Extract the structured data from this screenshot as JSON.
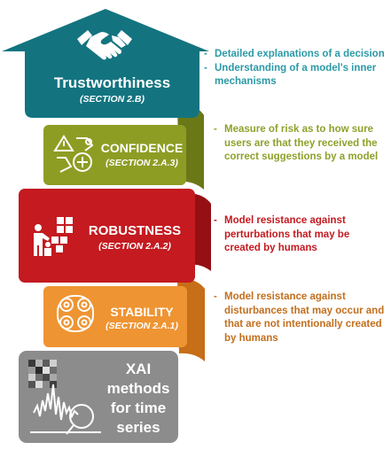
{
  "colors": {
    "trust": "#137480",
    "confidence": "#8d9d24",
    "robustness": "#c41a20",
    "stability": "#ef9432",
    "xai": "#8c8c8c",
    "trust_text": "#2b9aa6",
    "confidence_text": "#8ea12b",
    "robustness_text": "#c41a20",
    "stability_text": "#c26f1d"
  },
  "trust": {
    "title": "Trustworthiness",
    "section": "(SECTION 2.B)",
    "icon": "handshake-icon",
    "bullets": [
      "Detailed explanations of a decision",
      "Understanding of a model's inner mechanisms"
    ]
  },
  "confidence": {
    "title": "CONFIDENCE",
    "section": "(SECTION 2.A.3)",
    "icon": "confidence-icon",
    "bullets": [
      "Measure of risk as to how sure users are that they received the correct suggestions by a model"
    ]
  },
  "robustness": {
    "title": "ROBUSTNESS",
    "section": "(SECTION 2.A.2)",
    "icon": "robustness-icon",
    "bullets": [
      "Model resistance against perturbations that may be created by humans"
    ]
  },
  "stability": {
    "title": "STABILITY",
    "section": "(SECTION 2.A.1)",
    "icon": "gears-icon",
    "bullets": [
      "Model resistance against disturbances that may occur and that are not intentionally created by humans"
    ]
  },
  "xai": {
    "lines": [
      "XAI",
      "methods",
      "for time",
      "series"
    ],
    "icon": "time-series-icon"
  }
}
